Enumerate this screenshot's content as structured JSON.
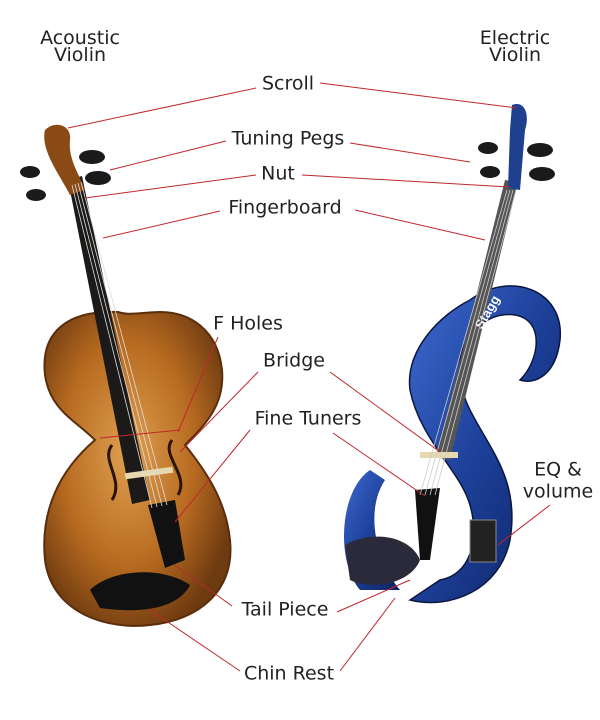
{
  "titles": {
    "acoustic": "Acoustic Violin",
    "electric": "Electric Violin"
  },
  "labels": {
    "scroll": "Scroll",
    "tuning_pegs": "Tuning Pegs",
    "nut": "Nut",
    "fingerboard": "Fingerboard",
    "f_holes": "F Holes",
    "bridge": "Bridge",
    "fine_tuners": "Fine Tuners",
    "eq_volume_line1": "EQ &",
    "eq_volume_line2": "volume",
    "tail_piece": "Tail Piece",
    "chin_rest": "Chin Rest"
  },
  "brand_logo": "Stagg",
  "colors": {
    "leader_line": "#c0272d",
    "acoustic_body": "#b5651d",
    "electric_body": "#1f3f8f"
  }
}
